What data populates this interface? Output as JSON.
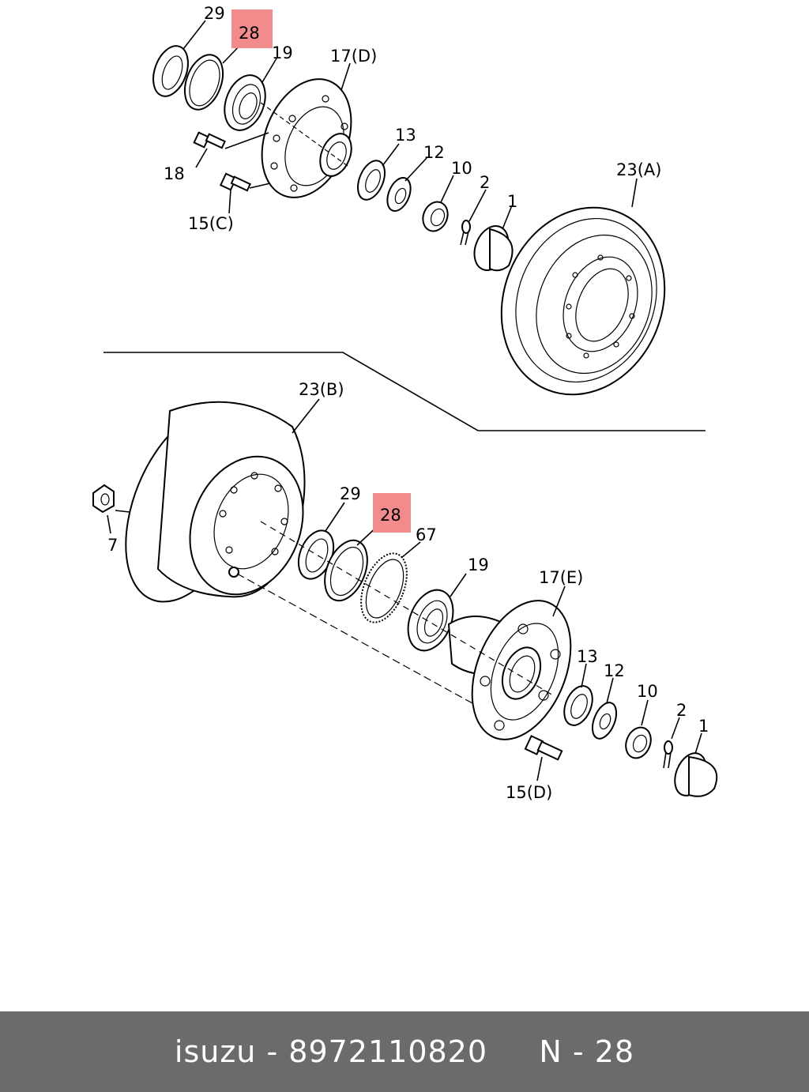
{
  "diagram": {
    "upper": {
      "labels": {
        "p29": "29",
        "p28": "28",
        "p19": "19",
        "p17": "17(D)",
        "p18": "18",
        "p15": "15(C)",
        "p13": "13",
        "p12": "12",
        "p10": "10",
        "p2": "2",
        "p1": "1",
        "p23": "23(A)"
      }
    },
    "lower": {
      "labels": {
        "p23": "23(B)",
        "p7": "7",
        "p29": "29",
        "p28": "28",
        "p67": "67",
        "p19": "19",
        "p17": "17(E)",
        "p13": "13",
        "p12": "12",
        "p10": "10",
        "p2": "2",
        "p1": "1",
        "p15": "15(D)"
      }
    },
    "highlight_color": "#f28b8b"
  },
  "footer": {
    "text": "isuzu - 8972110820     N - 28",
    "background": "#6b6b6b"
  }
}
